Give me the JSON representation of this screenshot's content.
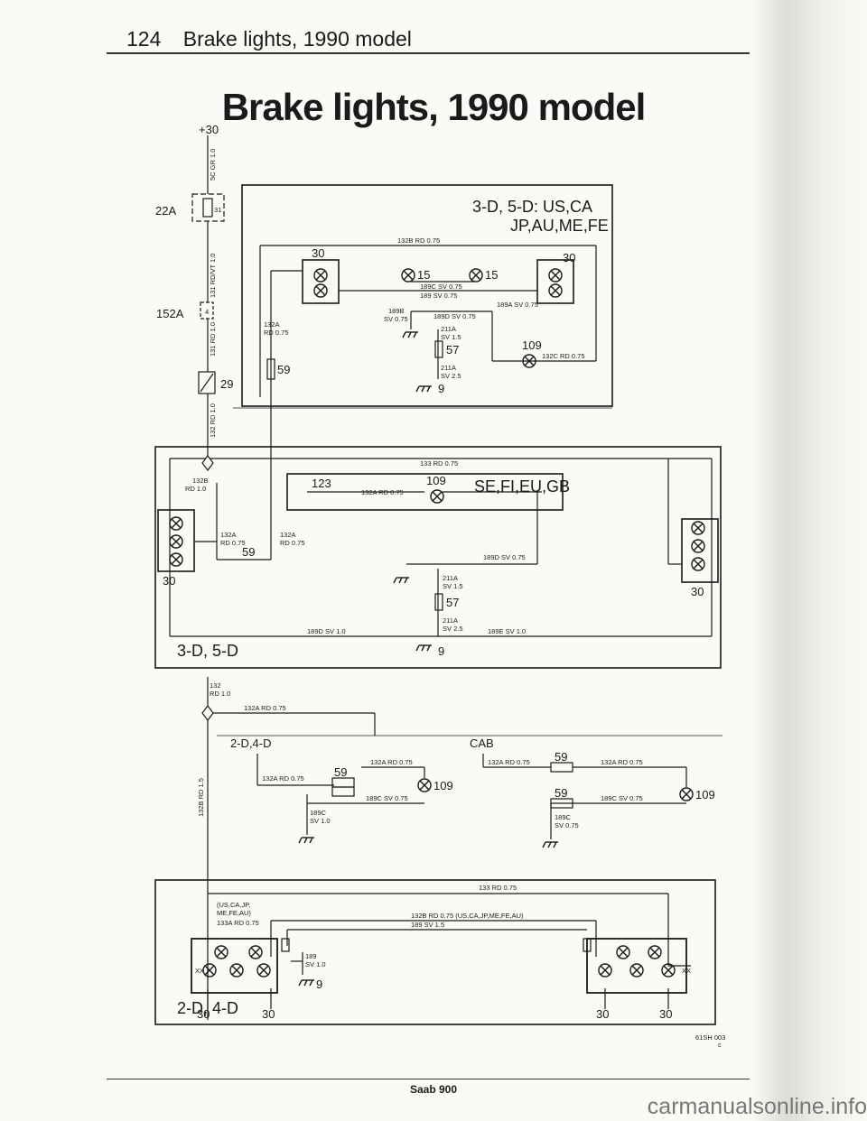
{
  "header": {
    "page_number": "124",
    "title": "Brake lights, 1990 model"
  },
  "diagram_title": "Brake lights, 1990 model",
  "supply": {
    "label": "+30",
    "wire": "5C GR 1.0"
  },
  "fuse": {
    "label": "22A",
    "number": "31"
  },
  "connector_152a": {
    "label": "152A",
    "pin": "4"
  },
  "switch_29": {
    "label": "29"
  },
  "wires_main": [
    "131 RD/VT 1.0",
    "131 RD 1.0",
    "132 RD 1.0"
  ],
  "section_top": {
    "region_label": "3-D, 5-D: US,CA\nJP,AU,ME,FE",
    "region_line1": "3-D, 5-D: US,CA",
    "region_line2": "JP,AU,ME,FE",
    "wire_132b": "132B RD 0.75",
    "lamp_left_pin": "30",
    "lamp_right_pin": "30",
    "lamp15_a": "15",
    "lamp15_b": "15",
    "wire_189c": "189C SV 0.75",
    "wire_189": "189 SV 0.75",
    "wire_189a": "189A SV 0.75",
    "wire_189b": "189B",
    "wire_189b2": "SV 0.75",
    "wire_189d": "189D SV 0.75",
    "wire_132a_1": "132A",
    "wire_132a_2": "RD 0.75",
    "conn_211a_1": "211A",
    "conn_211a_2": "SV 1.5",
    "pin_57": "57",
    "conn_211a_3": "211A",
    "conn_211a_4": "SV 2.5",
    "ground_9": "9",
    "pin_59": "59",
    "lamp_109": "109",
    "wire_132c": "132C RD 0.75"
  },
  "section_mid": {
    "region_label": "3-D, 5-D",
    "wire_133": "133 RD 0.75",
    "wire_132b_1": "132B",
    "wire_132b_2": "RD 1.0",
    "conn_123": "123",
    "wire_132a": "132A RD 0.75",
    "lamp_109": "109",
    "markets": "SE,FI,EU,GB",
    "wire_132a_l1": "132A",
    "wire_132a_l2": "RD 0.75",
    "wire_132a_r1": "132A",
    "wire_132a_r2": "RD 0.75",
    "pin_59": "59",
    "wire_189d": "189D SV 0.75",
    "conn_211a_1": "211A",
    "conn_211a_2": "SV 1.5",
    "pin_57": "57",
    "conn_211a_3": "211A",
    "conn_211a_4": "SV 2.5",
    "ground_9": "9",
    "wire_189d_1": "189D SV 1.0",
    "wire_189e": "189E SV 1.0",
    "pin_left": "30",
    "pin_right": "30"
  },
  "section_lower": {
    "wire_132_1": "132",
    "wire_132_2": "RD 1.0",
    "wire_132a": "132A RD 0.75",
    "wire_132b_vert": "132B RD 1.5",
    "sub_left": "2-D,4-D",
    "sub_right": "CAB",
    "left_wire_132a_top": "132A RD 0.75",
    "left_wire_132a": "132A RD 0.75",
    "left_pin_59": "59",
    "left_lamp_109": "109",
    "left_wire_189c_1": "189C",
    "left_wire_189c_2": "SV 1.0",
    "left_wire_189c_sv": "189C SV 0.75",
    "right_wire_132a_l": "132A RD 0.75",
    "right_pin_59a": "59",
    "right_wire_132a_r": "132A RD 0.75",
    "right_lamp_109": "109",
    "right_pin_59b": "59",
    "right_wire_189c": "189C SV 0.75",
    "right_wire_189c_1": "189C",
    "right_wire_189c_2": "SV 0.75"
  },
  "section_bottom": {
    "region_label": "2-D, 4-D",
    "wire_133": "133 RD 0.75",
    "markets_1": "(US,CA,JP,",
    "markets_2": "ME,FE,AU)",
    "wire_133a": "133A RD 0.75",
    "wire_132b": "132B RD 0.75 (US,CA,JP,ME,FE,AU)",
    "wire_189": "189 SV 1.5",
    "wire_189_1": "189",
    "wire_189_2": "SV 1.0",
    "ground_9": "9",
    "xx": "XX",
    "pins_left": [
      "30",
      "30"
    ],
    "pins_right": [
      "30",
      "30"
    ]
  },
  "figure_code_1": "61SH 003",
  "figure_code_2": "c",
  "footer": "Saab 900",
  "watermark": "carmanualsonline.info"
}
